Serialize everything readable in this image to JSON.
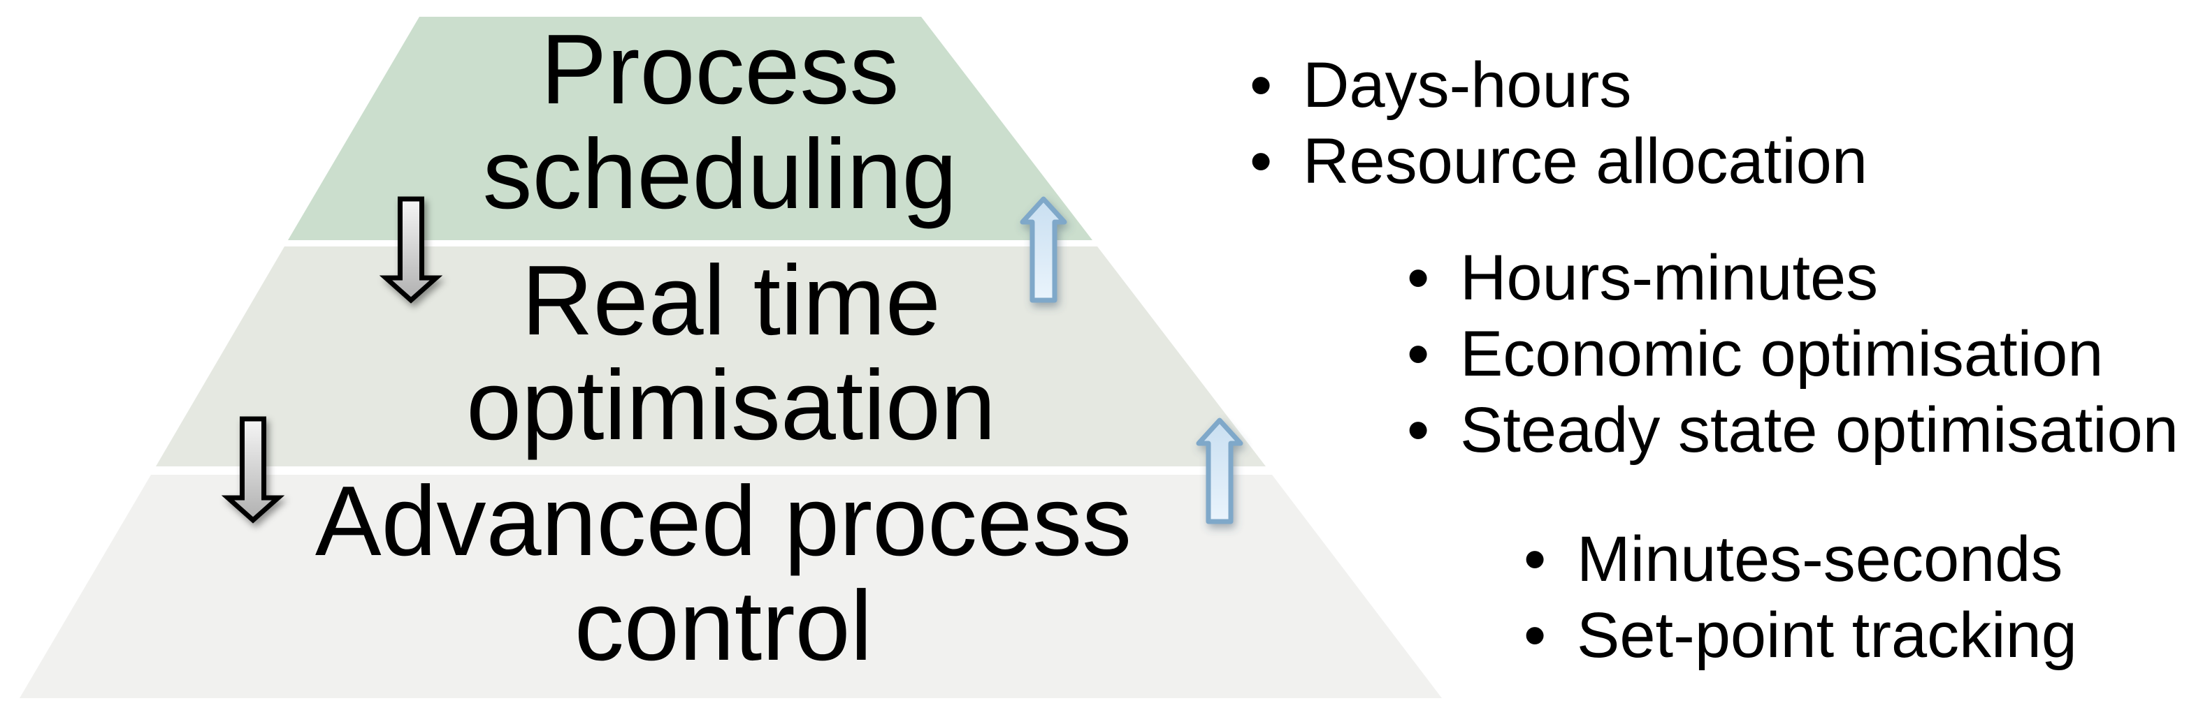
{
  "pyramid": {
    "layers": [
      {
        "label": "Process scheduling",
        "fill": "#cbdecd"
      },
      {
        "label": "Real time optimisation",
        "fill": "#e5e8e1"
      },
      {
        "label": "Advanced process control",
        "fill": "#f1f1ef"
      }
    ]
  },
  "annotations": {
    "bullet_char": "•",
    "groups": [
      {
        "items": [
          "Days-hours",
          "Resource allocation"
        ]
      },
      {
        "items": [
          "Hours-minutes",
          "Economic optimisation",
          "Steady state optimisation"
        ]
      },
      {
        "items": [
          "Minutes-seconds",
          "Set-point tracking"
        ]
      }
    ]
  },
  "icons": {
    "down_arrow_border": "#000000",
    "down_arrow_fill_top": "#f6f6f6",
    "down_arrow_fill_bottom": "#b0b0b0",
    "up_arrow_border": "#7fa8c9",
    "up_arrow_fill_top": "#c9dff1",
    "up_arrow_fill_bottom": "#eaf4fc"
  },
  "colors": {
    "background": "#ffffff",
    "text": "#000000"
  }
}
